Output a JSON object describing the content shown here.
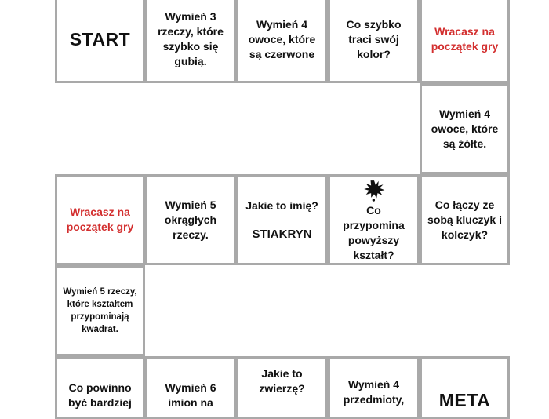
{
  "cells": {
    "c1": "START",
    "c2": "Wymień 3 rzeczy, które szybko się gubią.",
    "c3": "Wymień 4 owoce, które są czerwone",
    "c4": "Co szybko traci swój kolor?",
    "c5": "Wracasz na początek gry",
    "c6": "Wymień 4 owoce, które są żółte.",
    "c7": "Co łączy ze sobą kluczyk i kolczyk?",
    "c8": "Co przypomina powyższy kształt?",
    "c9_q": "Jakie to imię?",
    "c9_word": "STIAKRYN",
    "c10": "Wymień 5 okrągłych rzeczy.",
    "c11": "Wracasz na początek gry",
    "c12": "Wymień 5 rzeczy, które kształtem przypominają kwadrat.",
    "c13": "Co powinno być bardziej",
    "c14": "Wymień 6 imion na",
    "c15": "Jakie to zwierzę?",
    "c16": "Wymień 4 przedmioty,",
    "c17": "META"
  },
  "icons": {
    "blot": "ink-splat-icon"
  },
  "colors": {
    "border": "#a9a9a9",
    "red": "#d32f2f",
    "text": "#111111"
  }
}
